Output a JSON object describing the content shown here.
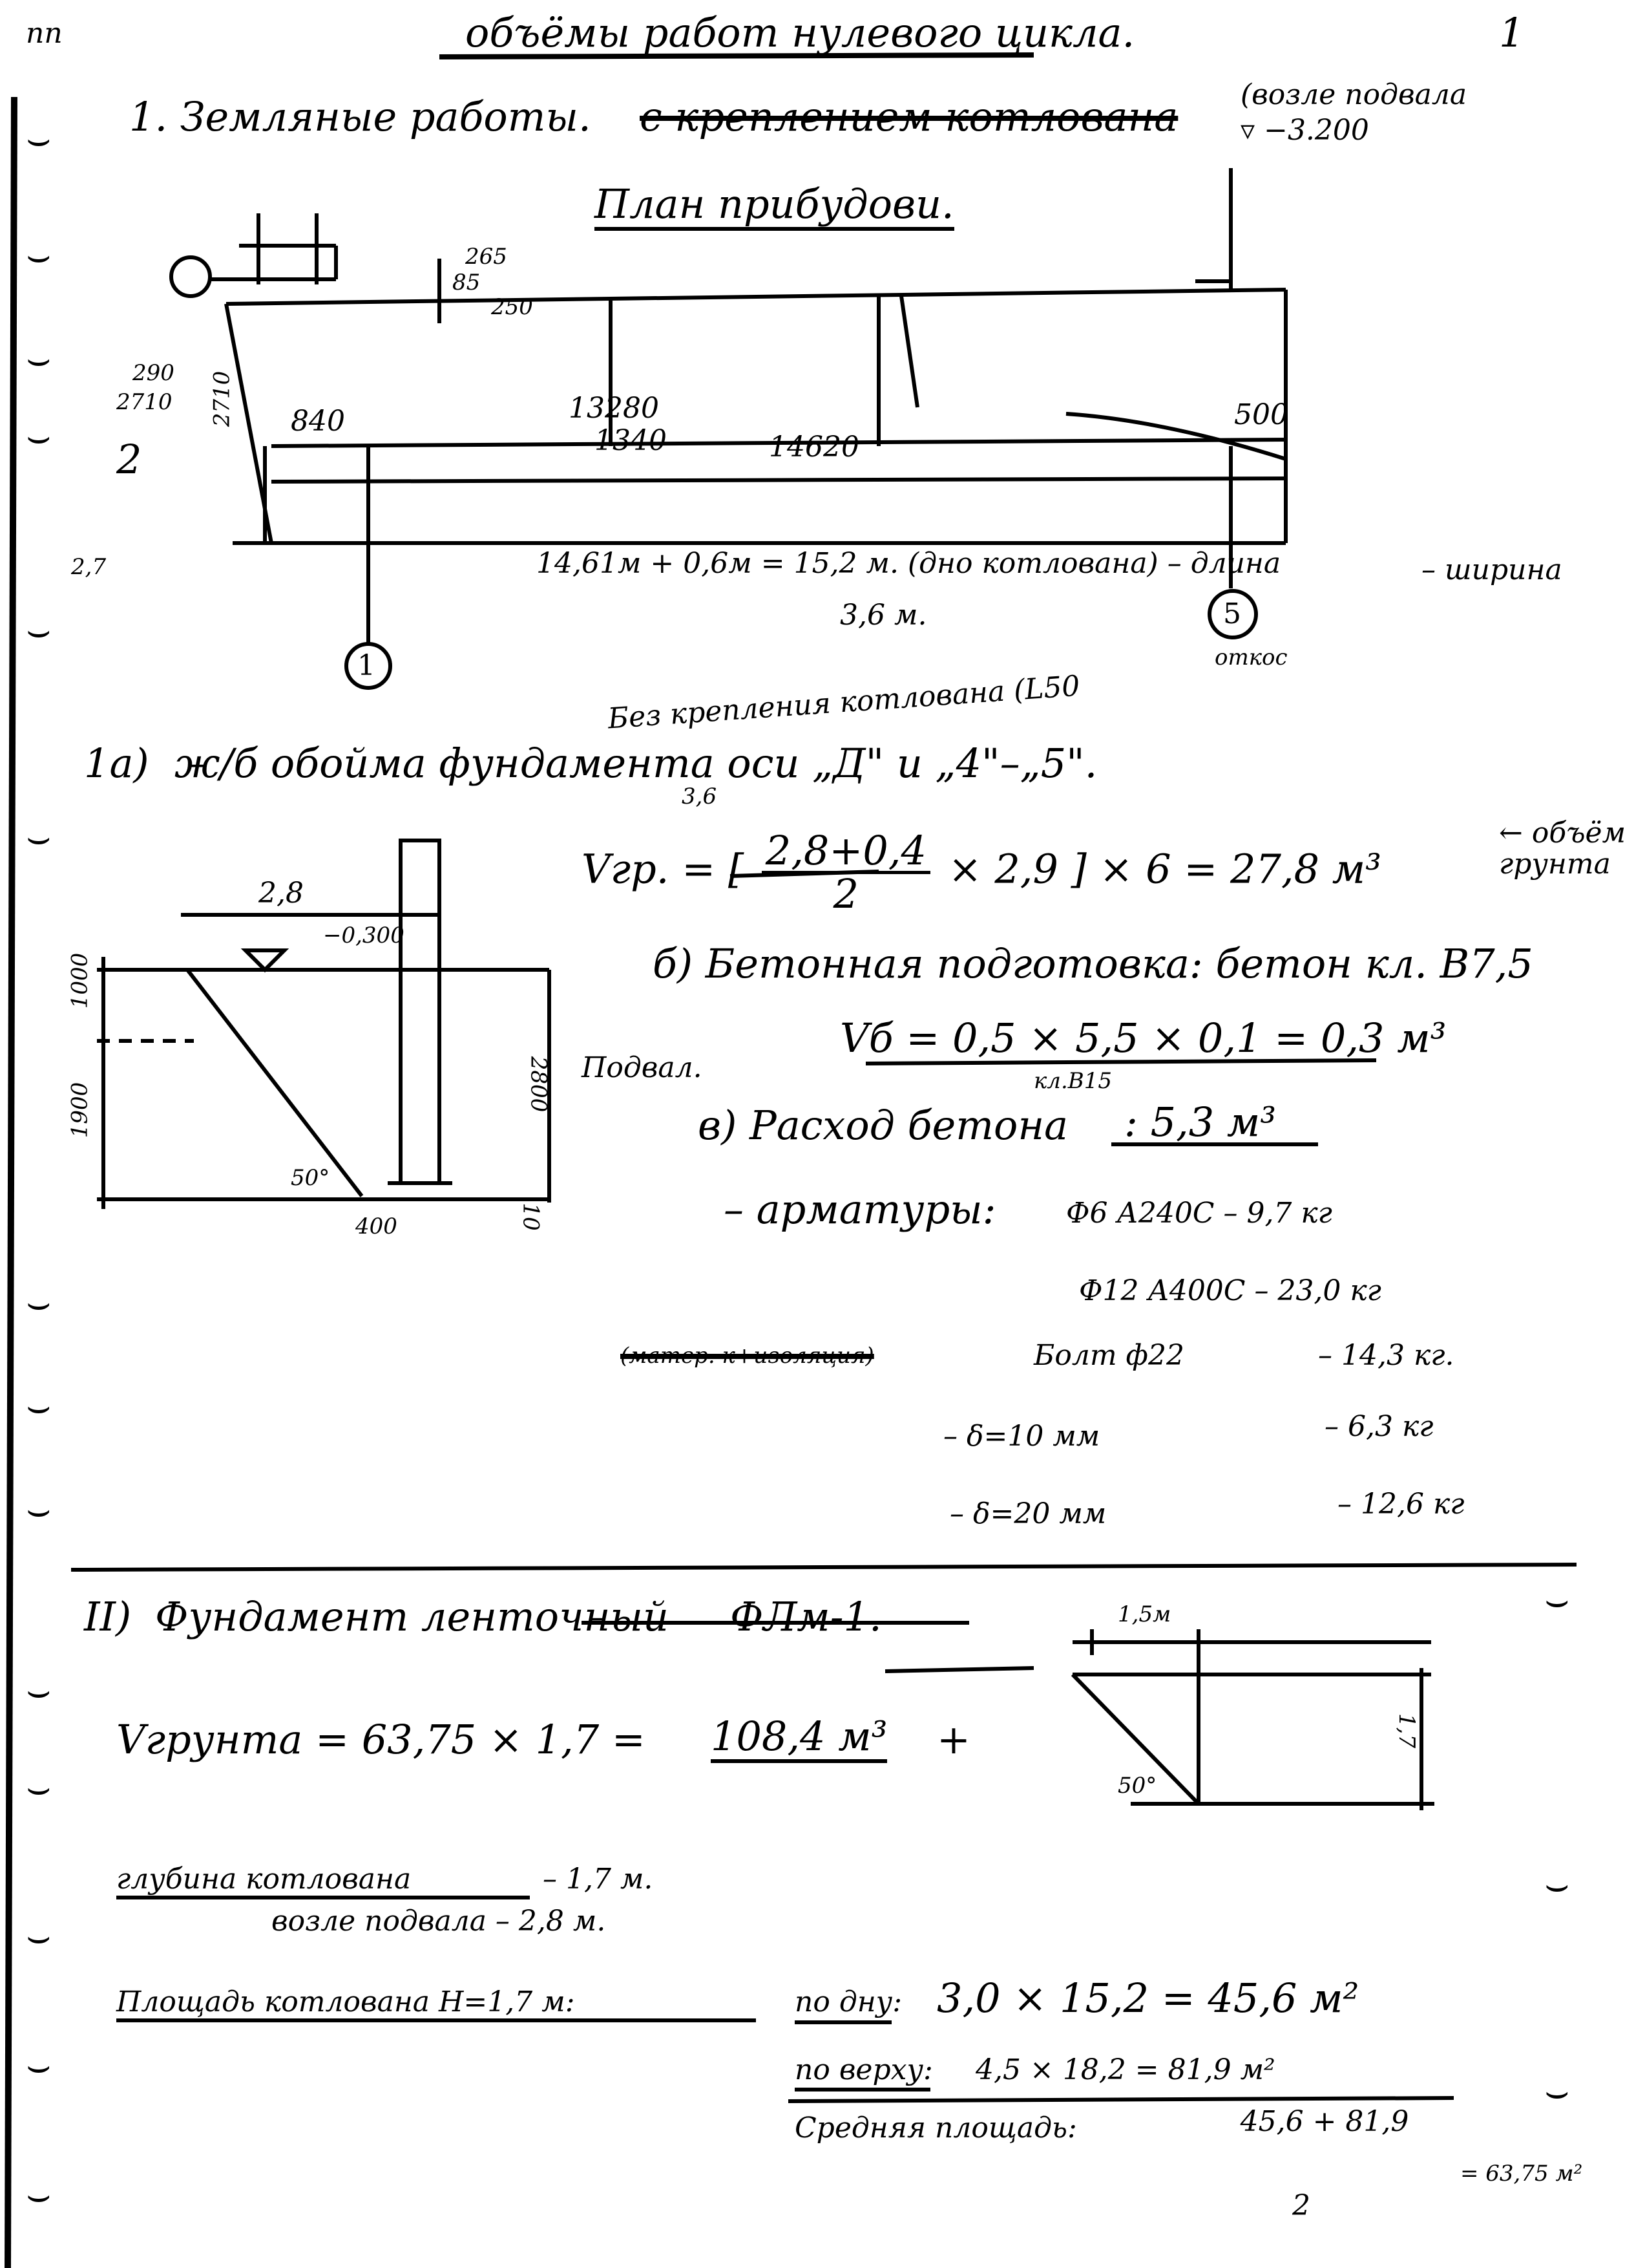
{
  "header": {
    "corner_note": "пп",
    "title": "объёмы работ нулевого цикла.",
    "page_number": "1"
  },
  "section1": {
    "heading": "1. Земляные работы.",
    "struck_text": "с креплением котлована",
    "note": "(возле подвала",
    "elevation": "▿ −3.200",
    "plan_title": "План прибудови.",
    "plan_dims": {
      "d265": "265",
      "d85": "85",
      "d250": "250",
      "d290": "290",
      "d2710": "2710",
      "d2710v": "2710",
      "d840": "840",
      "d13280": "13280",
      "d1340": "1340",
      "d14620": "14620",
      "d500": "500",
      "num2": "2",
      "num27": "2,7"
    },
    "axis_1": "1",
    "axis_5": "5",
    "length_calc": "14,61м + 0,6м = 15,2 м. (дно котлована) – длина",
    "width_label": "– ширина",
    "width_value": "3,6 м."
  },
  "section1a": {
    "note": "Без крепления котлована (L50",
    "note_super": "откос",
    "heading_num": "1а)",
    "heading": "ж/б обойма фундамента оси „Д\" и „4\"–„5\".",
    "formula_lhs": "Vгр. =",
    "formula_num": "2,8+0,4",
    "formula_den": "2",
    "formula_above": "3,6",
    "formula_rest": "× 2,9 ] × 6 =",
    "formula_result": "27,8 м³",
    "formula_note": "← объём грунта",
    "section_dims": {
      "d28": "2,8",
      "elev": "−0,300",
      "d1000": "1000",
      "d1900": "1900",
      "d2800": "2800",
      "angle": "50°",
      "d400": "400",
      "d10": "10"
    }
  },
  "section1b": {
    "heading": "б) Бетонная подготовка: бетон кл. В7,5",
    "label": "Подвал.",
    "formula": "Vб = 0,5 × 5,5 × 0,1 = 0,3 м³"
  },
  "section1c": {
    "heading": "в) Расход бетона",
    "class": "кл.В15",
    "concrete": ": 5,3 м³",
    "rebar_label": "– арматуры:",
    "rebar1": "Ф6 А240С – 9,7 кг",
    "rebar2": "Ф12 А400С – 23,0 кг",
    "struck": "(матер. к+изоляция)",
    "bolt": "Болт ф22",
    "bolt_mass": "– 14,3 кг.",
    "plate10": "– δ=10 мм",
    "plate10_mass": "– 6,3 кг",
    "plate20": "– δ=20 мм",
    "plate20_mass": "– 12,6 кг"
  },
  "section2": {
    "heading_num": "II)",
    "heading": "Фундамент ленточный",
    "heading_code": "ФЛм-1.",
    "diagram": {
      "width": "1,5м",
      "height": "1,7",
      "angle": "50°"
    },
    "soil_volume_lhs": "Vгрунта = 63,75 × 1,7 =",
    "soil_volume_result": "108,4 м³",
    "soil_volume_plus": "+",
    "depth_label": "глубина котлована",
    "depth_value": "– 1,7 м.",
    "depth_basement": "возле подвала – 2,8 м.",
    "area_label": "Площадь котлована H=1,7 м:",
    "bottom_label": "по дну:",
    "bottom_calc": "3,0 × 15,2 = 45,6 м²",
    "top_label": "по верху:",
    "top_calc": "4,5 × 18,2 = 81,9 м²",
    "avg_label": "Средняя площадь:",
    "avg_num": "45,6 + 81,9",
    "avg_den": "2",
    "avg_result": "= 63,75 м²"
  }
}
